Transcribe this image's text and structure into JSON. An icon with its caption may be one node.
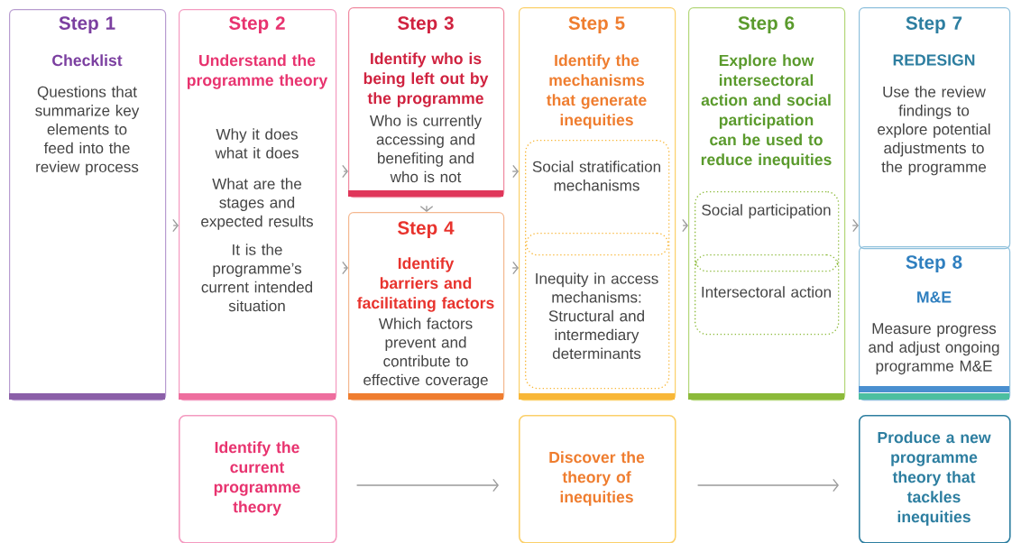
{
  "diagram": {
    "nodes": [
      {
        "text": [
          "Step 1",
          "Checklist",
          "Questions that summarize key elements to feed into the review process"
        ]
      },
      {
        "text": [
          "Step 2",
          "Understand the programme theory",
          "Why it does what it does",
          "What are the stages and expected results",
          "It is the programme’s current intended situation"
        ]
      },
      {
        "text": [
          "Step 3",
          "Identify who is being left out by the programme",
          "Who is currently accessing and benefiting and who is not"
        ]
      },
      {
        "text": [
          "Step 4",
          "Identify barriers and facilitating factors",
          "Which factors prevent and contribute to effective coverage"
        ]
      },
      {
        "text": [
          "Step 5",
          "Identify the mechanisms that generate inequities"
        ]
      },
      {
        "text": [
          "Social stratification mechanisms",
          "Inequity in access mechanisms: Structural and intermediary determinants"
        ],
        "in": 4
      },
      {
        "text": [],
        "shape": "box",
        "in": 5
      },
      {
        "text": [
          "Step 6",
          "Explore how intersectoral action and social participation can be used to reduce inequities"
        ]
      },
      {
        "text": [
          "Social participation",
          "Intersectoral action"
        ],
        "in": 7
      },
      {
        "text": [],
        "shape": "box",
        "in": 8
      },
      {
        "text": [
          "Step 7",
          "REDESIGN",
          "Use the review findings to explore potential adjustments to the programme"
        ]
      },
      {
        "text": [
          "Step 8",
          "M&E",
          "Measure progress and adjust ongoing programme M&E"
        ]
      },
      {
        "text": [
          "Identify the current programme theory"
        ]
      },
      {
        "text": [
          "Discover the theory of inequities"
        ]
      },
      {
        "text": [
          "Produce a new programme theory that tackles inequities"
        ]
      }
    ],
    "edges": [
      {
        "from": 0,
        "to": 1,
        "arrow": "to"
      },
      {
        "from": 1,
        "to": 2,
        "arrow": "to"
      },
      {
        "from": 1,
        "to": 3,
        "arrow": "to"
      },
      {
        "from": 2,
        "to": 3,
        "arrow": "to"
      },
      {
        "from": 2,
        "to": 4,
        "arrow": "to"
      },
      {
        "from": 3,
        "to": 4,
        "arrow": "to"
      },
      {
        "from": 4,
        "to": 7,
        "arrow": "to"
      },
      {
        "from": 7,
        "to": 10,
        "arrow": "to"
      },
      {
        "from": 12,
        "to": 13,
        "arrow": "to"
      },
      {
        "from": 13,
        "to": 14,
        "arrow": "to"
      }
    ]
  }
}
